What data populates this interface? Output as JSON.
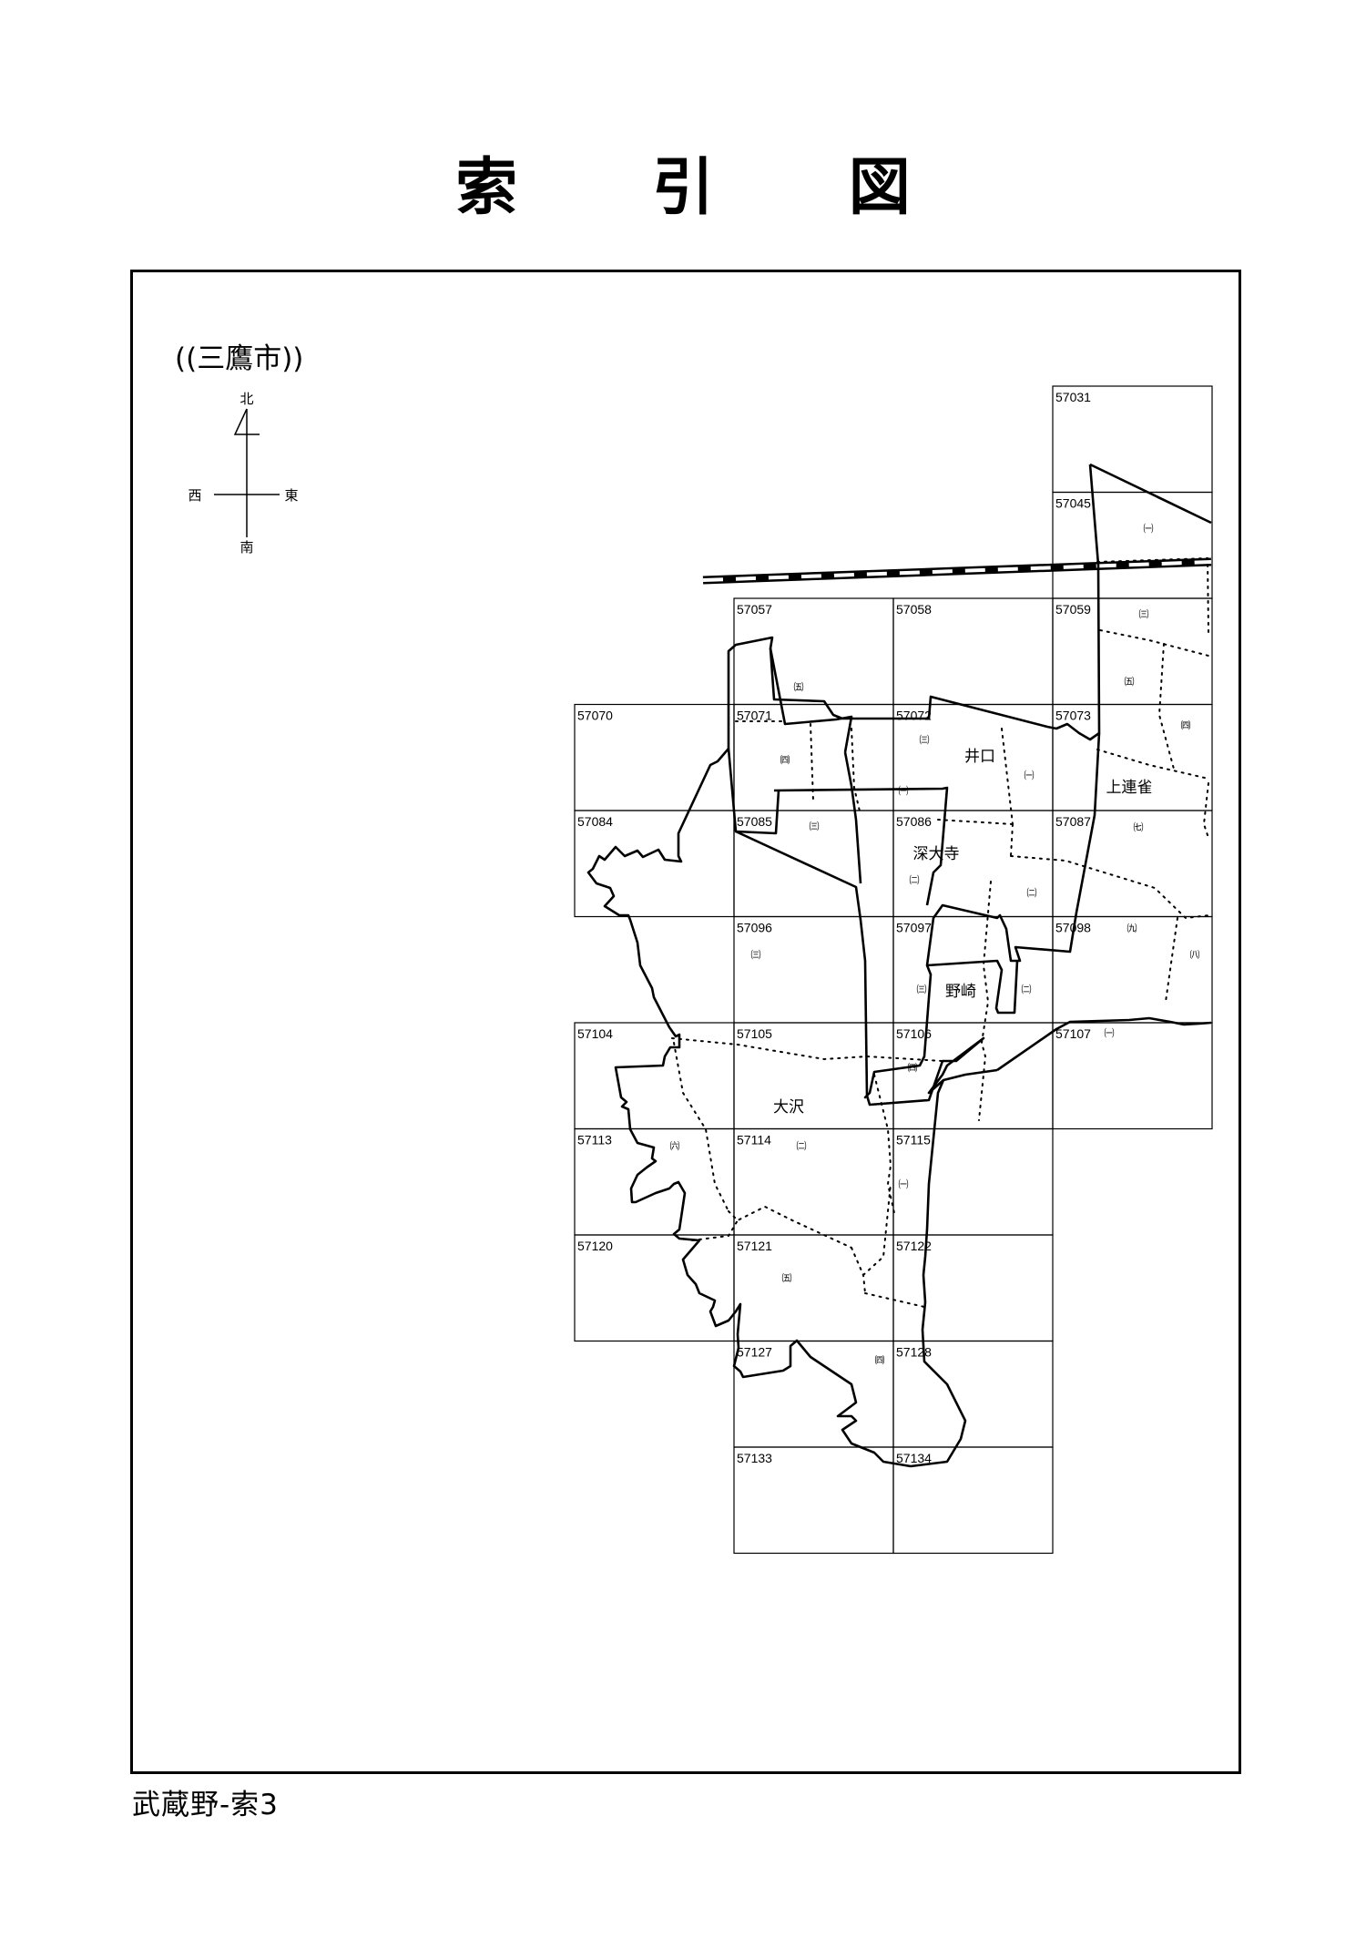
{
  "title": [
    "索",
    "引",
    "図"
  ],
  "neighbor_city": "((三鷹市))",
  "footer": "武蔵野-索3",
  "compass": {
    "north": "北",
    "south": "南",
    "east": "東",
    "west": "西"
  },
  "grid": {
    "rows": [
      {
        "row": 0,
        "cells": [
          {
            "col": 3,
            "id": "57031"
          }
        ]
      },
      {
        "row": 1,
        "cells": [
          {
            "col": 3,
            "id": "57045"
          }
        ]
      },
      {
        "row": 2,
        "cells": [
          {
            "col": 1,
            "id": "57057"
          },
          {
            "col": 2,
            "id": "57058"
          },
          {
            "col": 3,
            "id": "57059"
          }
        ]
      },
      {
        "row": 3,
        "cells": [
          {
            "col": 0,
            "id": "57070"
          },
          {
            "col": 1,
            "id": "57071"
          },
          {
            "col": 2,
            "id": "57072"
          },
          {
            "col": 3,
            "id": "57073"
          }
        ]
      },
      {
        "row": 4,
        "cells": [
          {
            "col": 0,
            "id": "57084"
          },
          {
            "col": 1,
            "id": "57085"
          },
          {
            "col": 2,
            "id": "57086"
          },
          {
            "col": 3,
            "id": "57087"
          }
        ]
      },
      {
        "row": 5,
        "cells": [
          {
            "col": 1,
            "id": "57096"
          },
          {
            "col": 2,
            "id": "57097"
          },
          {
            "col": 3,
            "id": "57098"
          }
        ]
      },
      {
        "row": 6,
        "cells": [
          {
            "col": 0,
            "id": "57104"
          },
          {
            "col": 1,
            "id": "57105"
          },
          {
            "col": 2,
            "id": "57106"
          },
          {
            "col": 3,
            "id": "57107"
          }
        ]
      },
      {
        "row": 7,
        "cells": [
          {
            "col": 0,
            "id": "57113"
          },
          {
            "col": 1,
            "id": "57114"
          },
          {
            "col": 2,
            "id": "57115"
          }
        ]
      },
      {
        "row": 8,
        "cells": [
          {
            "col": 0,
            "id": "57120"
          },
          {
            "col": 1,
            "id": "57121"
          },
          {
            "col": 2,
            "id": "57122"
          }
        ]
      },
      {
        "row": 9,
        "cells": [
          {
            "col": 1,
            "id": "57127"
          },
          {
            "col": 2,
            "id": "57128"
          }
        ]
      },
      {
        "row": 10,
        "cells": [
          {
            "col": 1,
            "id": "57133"
          },
          {
            "col": 2,
            "id": "57134"
          }
        ]
      }
    ]
  },
  "areas": [
    {
      "key": "iguchi",
      "name": "井口"
    },
    {
      "key": "kamirenjaku",
      "name": "上連雀"
    },
    {
      "key": "jindaiji",
      "name": "深大寺"
    },
    {
      "key": "nozaki",
      "name": "野崎"
    },
    {
      "key": "osawa",
      "name": "大沢"
    }
  ],
  "chome": [
    {
      "key": "c1",
      "text": "㈠"
    },
    {
      "key": "c2",
      "text": "㈢"
    },
    {
      "key": "c3",
      "text": "㈤"
    },
    {
      "key": "c4",
      "text": "㈣"
    },
    {
      "key": "c5",
      "text": "㈤"
    },
    {
      "key": "c6",
      "text": "㈢"
    },
    {
      "key": "c7",
      "text": "㈣"
    },
    {
      "key": "c8",
      "text": "㈠"
    },
    {
      "key": "c9",
      "text": "㈠"
    },
    {
      "key": "c10",
      "text": "㈢"
    },
    {
      "key": "c11",
      "text": "㈦"
    },
    {
      "key": "c12",
      "text": "㈡"
    },
    {
      "key": "c13",
      "text": "㈡"
    },
    {
      "key": "c14",
      "text": "㈢"
    },
    {
      "key": "c15",
      "text": "㈨"
    },
    {
      "key": "c16",
      "text": "㈧"
    },
    {
      "key": "c17",
      "text": "㈢"
    },
    {
      "key": "c18",
      "text": "㈡"
    },
    {
      "key": "c19",
      "text": "㈠"
    },
    {
      "key": "c20",
      "text": "㈣"
    },
    {
      "key": "c21",
      "text": "㈥"
    },
    {
      "key": "c22",
      "text": "㈡"
    },
    {
      "key": "c23",
      "text": "㈠"
    },
    {
      "key": "c24",
      "text": "㈤"
    },
    {
      "key": "c25",
      "text": "㈣"
    }
  ]
}
